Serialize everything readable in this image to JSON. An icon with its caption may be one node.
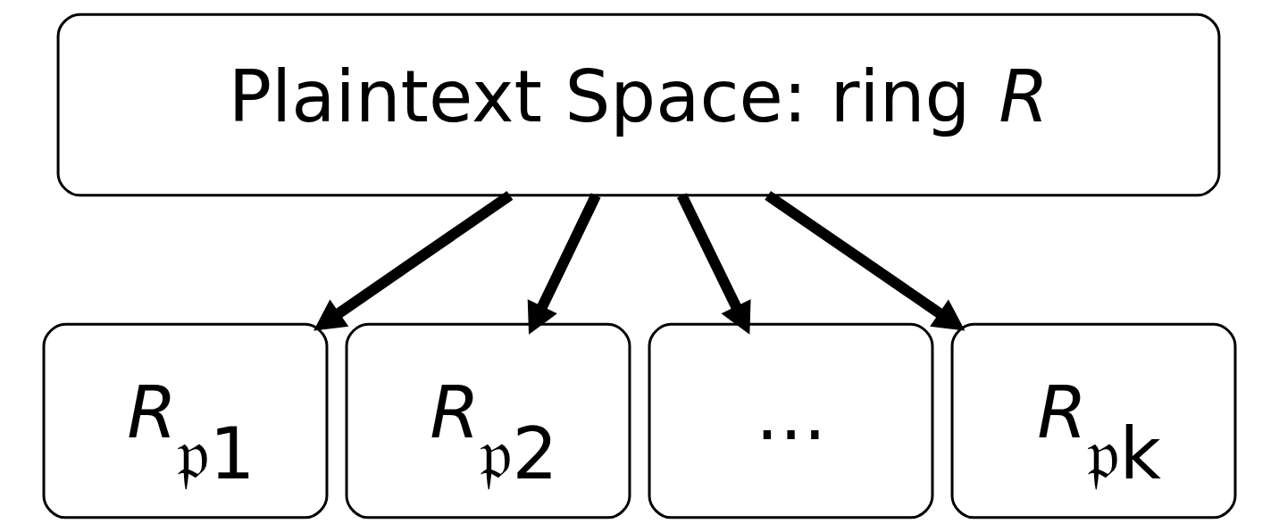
{
  "diagram": {
    "nodes": [
      {
        "text": [
          "Plaintext Space: ring *R*"
        ]
      },
      {
        "text": [
          "*R*$_{𝔭1}$"
        ]
      },
      {
        "text": [
          "*R*$_{𝔭2}$"
        ]
      },
      {
        "text": [
          "…"
        ]
      },
      {
        "text": [
          "*R*$_{𝔭k}$"
        ]
      }
    ],
    "edges": [
      {
        "from": 0,
        "to": 1,
        "arrow": "to"
      },
      {
        "from": 0,
        "to": 2,
        "arrow": "to"
      },
      {
        "from": 0,
        "to": 3,
        "arrow": "to"
      },
      {
        "from": 0,
        "to": 4,
        "arrow": "to"
      }
    ]
  }
}
